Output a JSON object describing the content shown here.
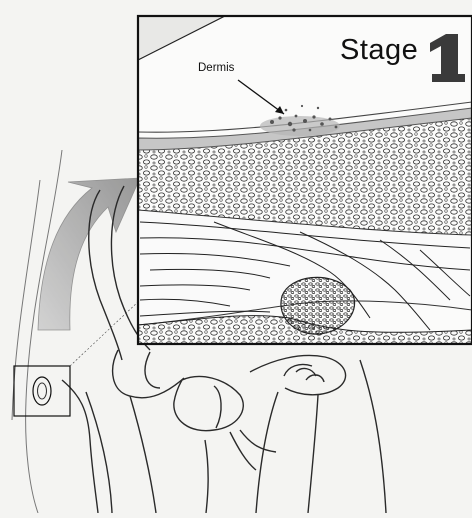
{
  "figure": {
    "stage_word": "Stage",
    "stage_number": "1",
    "dermis_label": "Dermis"
  },
  "icons": [
    "stage-number-glyph",
    "curved-arrow",
    "dermis-pointer-arrow"
  ]
}
